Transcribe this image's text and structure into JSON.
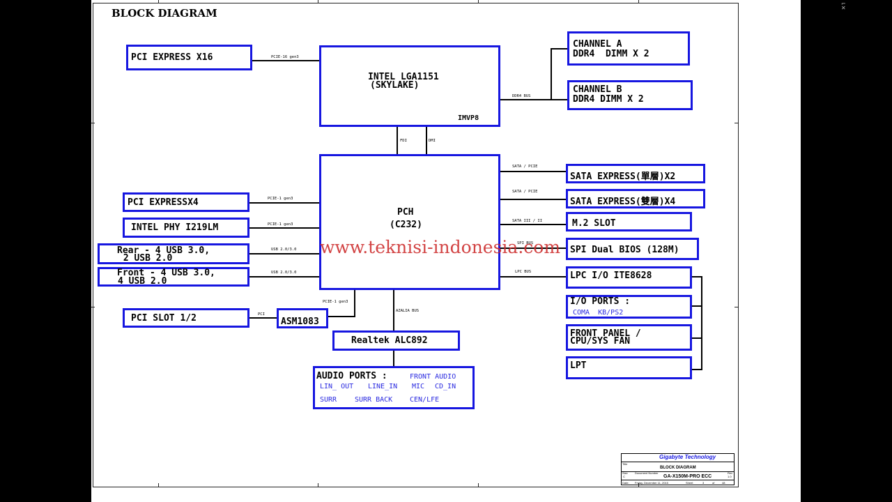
{
  "diagram": {
    "title": "BLOCK DIAGRAM",
    "cpu": {
      "line1": "INTEL LGA1151",
      "line2": "(SKYLAKE)",
      "vr": "IMVP8"
    },
    "pch": {
      "line1": "PCH",
      "line2": "(C232)"
    },
    "pcie_x16": "PCI EXPRESS X16",
    "channel_a": {
      "line1": "CHANNEL A",
      "line2": "DDR4  DIMM X 2"
    },
    "channel_b": {
      "line1": "CHANNEL B",
      "line2": "DDR4 DIMM X 2"
    },
    "pcie_x4": "PCI EXPRESSX4",
    "intel_phy": "INTEL PHY I219LM",
    "rear_usb": {
      "line1": "Rear - 4 USB 3.0,",
      "line2": " 2 USB 2.0"
    },
    "front_usb": {
      "line1": "Front - 4 USB 3.0,",
      "line2": "4 USB 2.0"
    },
    "pci_slot": "PCI SLOT 1/2",
    "asm": "ASM1083",
    "realtek": "Realtek ALC892",
    "audio": {
      "heading": "AUDIO PORTS :",
      "front": "FRONT AUDIO",
      "row1": [
        "LIN_ OUT",
        "LINE_IN",
        "MIC",
        "CD_IN"
      ],
      "row2": [
        "SURR",
        "SURR BACK",
        "CEN/LFE"
      ]
    },
    "sata_x2": "SATA EXPRESS(單層)X2",
    "sata_x4": "SATA EXPRESS(雙層)X4",
    "m2": "M.2 SLOT",
    "spi": "SPI Dual BIOS (128M)",
    "lpc_io": "LPC I/O ITE8628",
    "io_ports": {
      "line1": "I/O PORTS :",
      "sub": "COMA  KB/PS2"
    },
    "front_panel": {
      "line1": "FRONT PANEL /",
      "line2": "CPU/SYS FAN"
    },
    "lpt": "LPT",
    "bus_labels": {
      "pcie16": "PCIE-16 gen3",
      "ddr4": "DDR4 BUS",
      "fdi": "FDI",
      "dmi": "DMI",
      "sata_pcie_1": "SATA / PCIE",
      "sata_pcie_2": "SATA / PCIE",
      "sata3": "SATA III / II",
      "spi_bus": "SPI BUS",
      "lpc_bus": "LPC BUS",
      "pcie1_a": "PCIE-1 gen3",
      "pcie1_b": "PCIE-1 gen3",
      "usb_a": "USB 2.0/3.0",
      "usb_b": "USB 2.0/3.0",
      "pci": "PCI",
      "pcie1_c": "PCIE-1 gen3",
      "azalia": "AZALIA BUS"
    }
  },
  "watermark": "www.teknisi-indonesia.com",
  "title_block": {
    "company": "Gigabyte Technology",
    "title_label": "Title",
    "title": "BLOCK DIAGRAM",
    "size_label": "Size",
    "size": "C",
    "docnum_label": "Document Number",
    "docnum": "GA-X150M-PRO ECC",
    "rev_label": "Rev",
    "rev": "1.0",
    "date_label": "Date:",
    "date": "Friday, December 11, 2015",
    "sheet_label": "Sheet",
    "sheet": "3",
    "of_label": "of",
    "of": "48"
  },
  "colors": {
    "box_border": "#1616e0",
    "watermark": "#cc2a2a",
    "company": "#1616e0"
  }
}
